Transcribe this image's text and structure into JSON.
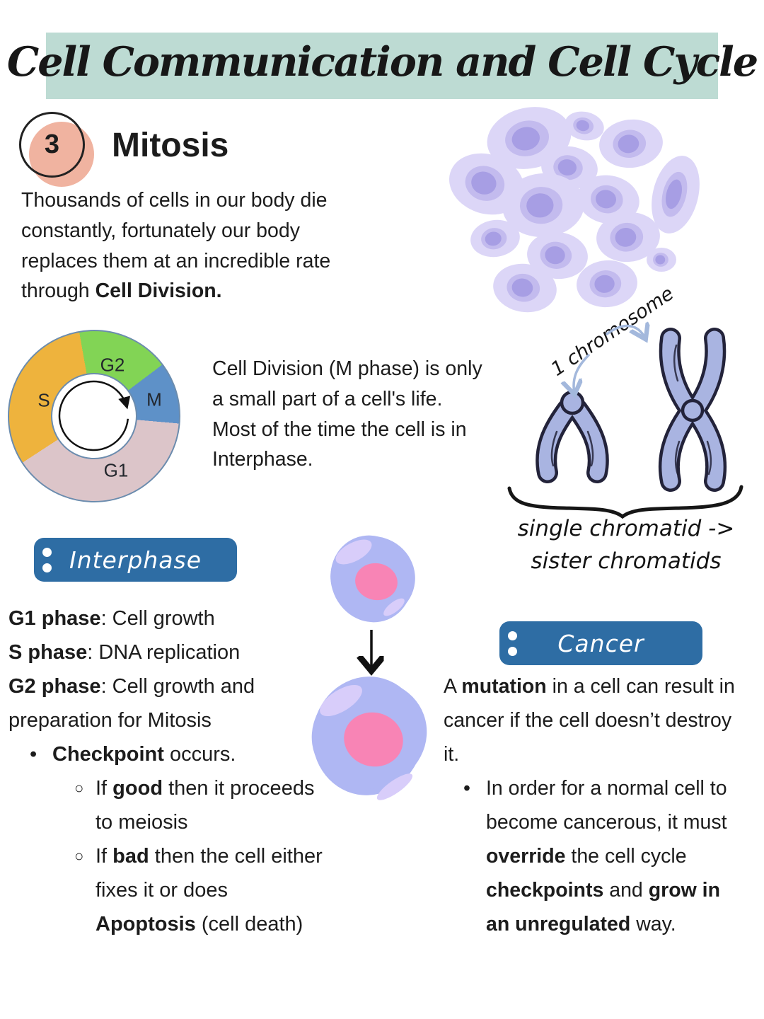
{
  "header": {
    "title": "Cell Communication and Cell Cycle"
  },
  "section": {
    "number": "3",
    "title": "Mitosis"
  },
  "intro": [
    {
      "t": "Thousands of cells in our body die constantly, fortunately our body replaces them at an incredible rate through "
    },
    {
      "t": "Cell Division.",
      "b": true
    }
  ],
  "cycle_note": "Cell Division (M phase) is only a small part of a cell's life. Most of the time the cell is in Interphase.",
  "chart_data": {
    "type": "pie",
    "donut": true,
    "title": "Cell cycle phase durations",
    "direction": "clockwise",
    "legend_position": "inside",
    "segments": [
      {
        "label": "G2",
        "start_deg": 350,
        "end_deg": 53,
        "percent": 18,
        "color": "#82d455"
      },
      {
        "label": "M",
        "start_deg": 53,
        "end_deg": 95,
        "percent": 12,
        "color": "#5e91c8"
      },
      {
        "label": "G1",
        "start_deg": 95,
        "end_deg": 237,
        "percent": 39,
        "color": "#dcc5c9"
      },
      {
        "label": "S",
        "start_deg": 237,
        "end_deg": 350,
        "percent": 31,
        "color": "#eeb33d"
      }
    ]
  },
  "chromosome_figure": {
    "label": "1 chromosome",
    "caption_line1": "single chromatid ->",
    "caption_line2": "sister chromatids"
  },
  "interphase": {
    "badge": "Interphase",
    "lines": [
      [
        {
          "t": "G1 phase",
          "b": true
        },
        {
          "t": ": Cell growth"
        }
      ],
      [
        {
          "t": "S phase",
          "b": true
        },
        {
          "t": ": DNA replication"
        }
      ],
      [
        {
          "t": "G2 phase",
          "b": true
        },
        {
          "t": ": Cell growth and preparation for Mitosis"
        }
      ]
    ],
    "bullet": [
      {
        "t": "Checkpoint",
        "b": true
      },
      {
        "t": " occurs."
      }
    ],
    "sub_bullets": [
      [
        {
          "t": "If "
        },
        {
          "t": "good",
          "b": true
        },
        {
          "t": " then it proceeds to meiosis"
        }
      ],
      [
        {
          "t": "If "
        },
        {
          "t": "bad",
          "b": true
        },
        {
          "t": " then the cell either fixes it or does "
        },
        {
          "t": "Apoptosis",
          "b": true
        },
        {
          "t": " (cell death)"
        }
      ]
    ]
  },
  "cancer": {
    "badge": "Cancer",
    "paragraph": [
      {
        "t": "A "
      },
      {
        "t": "mutation",
        "b": true
      },
      {
        "t": " in a cell can result in cancer if the cell doesn’t destroy it."
      }
    ],
    "bullet": [
      {
        "t": "In order for a normal cell to become cancerous, it must "
      },
      {
        "t": "override",
        "b": true
      },
      {
        "t": " the cell cycle "
      },
      {
        "t": "checkpoints",
        "b": true
      },
      {
        "t": " and "
      },
      {
        "t": "grow in an unregulated",
        "b": true
      },
      {
        "t": " way."
      }
    ]
  },
  "icons": {
    "bullet": "•",
    "sub_bullet": "○"
  },
  "palette": {
    "banner_mint": "#bddbd3",
    "peach": "#f0b3a0",
    "badge_blue": "#2e6da4",
    "badge_shadow": "#1b1b1b",
    "text_dark": "#1c1c1c",
    "pie_outline": "#6b8cae",
    "chromo_fill": "#a9b4e1",
    "chromo_outline": "#23233a",
    "note_arrow_blue": "#a3b8dc",
    "cell_body": "#afb7f3",
    "cell_highlight": "#d8cdfa",
    "nucleus_pink": "#f884b5",
    "cluster_outer": "#dcd6f7",
    "cluster_mid": "#c3bbee",
    "cluster_nucleus": "#a79ee4"
  }
}
